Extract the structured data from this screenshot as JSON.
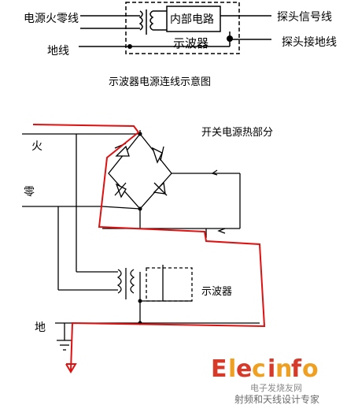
{
  "top_diagram": {
    "label_live_neutral": "电源火零线",
    "label_ground": "地线",
    "label_internal_circuit": "内部电路",
    "label_oscilloscope": "示波器",
    "label_probe_signal": "探头信号线",
    "label_probe_ground": "探头接地线",
    "caption": "示波器电源连线示意图"
  },
  "bottom_diagram": {
    "label_live": "火",
    "label_neutral": "零",
    "label_ground": "地",
    "label_smps_hot": "开关电源热部分",
    "label_oscilloscope": "示波器"
  },
  "watermark": {
    "brand_letters": [
      "E",
      "l",
      "e",
      "c",
      "i",
      "n",
      "f",
      "o"
    ],
    "brand_sub": "电子发烧友网",
    "tagline": "射频和天线设计专家"
  },
  "colors": {
    "line": "#000000",
    "current_path": "#e01010",
    "brand_red": "#d83a2a",
    "brand_orange": "#f0a020",
    "brand_gray": "#8a8a8a"
  }
}
